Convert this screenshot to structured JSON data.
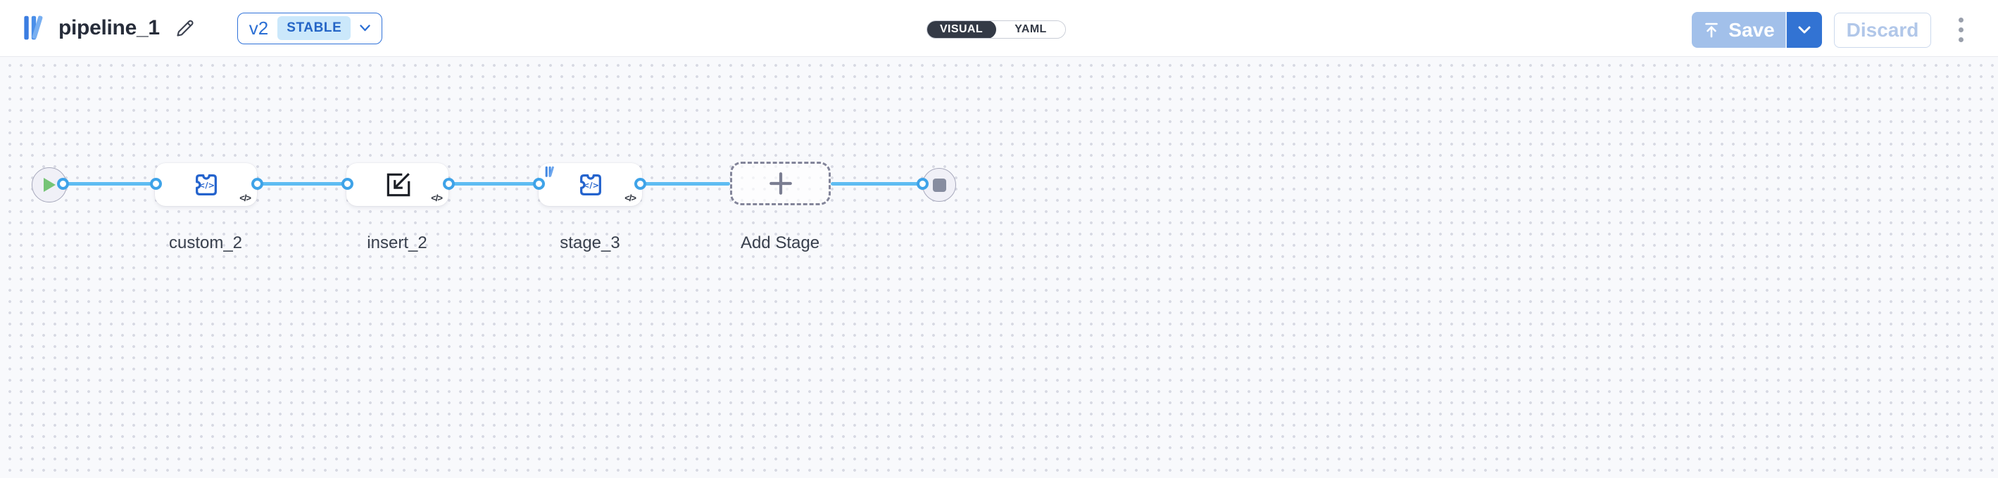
{
  "header": {
    "title": "pipeline_1",
    "version": {
      "label": "v2",
      "status": "STABLE"
    },
    "view_toggle": {
      "options": [
        "VISUAL",
        "YAML"
      ],
      "selected": "VISUAL"
    },
    "actions": {
      "save_label": "Save",
      "discard_label": "Discard"
    }
  },
  "canvas": {
    "start_node": "pipeline-start",
    "end_node": "pipeline-end",
    "code_badge": "</>",
    "nodes": [
      {
        "label": "custom_2",
        "icon": "puzzle-code-icon"
      },
      {
        "label": "insert_2",
        "icon": "import-icon"
      },
      {
        "label": "stage_3",
        "icon": "puzzle-code-icon",
        "badge": "logo-bars-icon"
      },
      {
        "label": "Add Stage",
        "icon": "plus-icon"
      }
    ]
  },
  "colors": {
    "accent_blue": "#3273d3",
    "edge_blue": "#5ebcf2",
    "port_blue": "#3fa3e8",
    "node_icon_blue": "#2463cd",
    "stable_badge_bg": "#cbe8fb",
    "stable_badge_text": "#2465c6",
    "start_green": "#76c476",
    "end_gray": "#878da0",
    "canvas_bg": "#f8f9fc",
    "toggle_dark": "#343a46"
  }
}
